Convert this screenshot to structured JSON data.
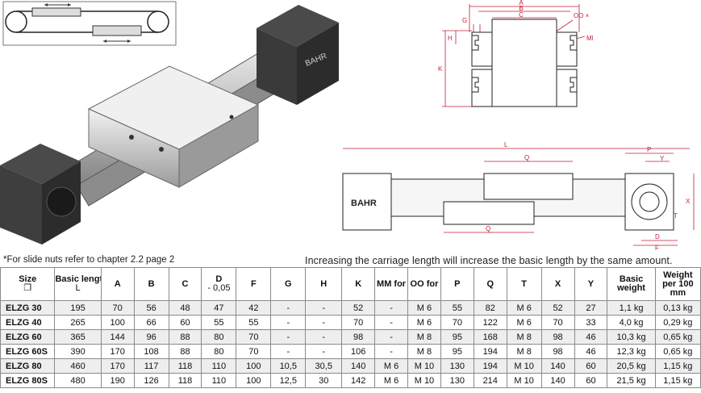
{
  "drawing_labels": {
    "section_A": "A",
    "section_B": "B",
    "section_C": "C",
    "section_G": "G",
    "section_H": "H",
    "section_K": "K",
    "section_OO": "OO ×",
    "section_MM": "MM ×",
    "side_L": "L",
    "side_Q_top": "Q",
    "side_Q_bottom": "Q",
    "side_P": "P",
    "side_Y": "Y",
    "side_X": "X",
    "side_T": "T",
    "side_D": "D",
    "side_F": "F",
    "logo": "BAHR"
  },
  "footnote": "*For slide nuts refer to chapter 2.2 page 2",
  "note": "Increasing the carriage length will increase the basic length by the same amount.",
  "table": {
    "headers": [
      {
        "main": "Size",
        "sub": "❐"
      },
      {
        "main": "Basic length",
        "sub": "L"
      },
      {
        "main": "A",
        "sub": ""
      },
      {
        "main": "B",
        "sub": ""
      },
      {
        "main": "C",
        "sub": ""
      },
      {
        "main": "D",
        "sub": "- 0,05"
      },
      {
        "main": "F",
        "sub": ""
      },
      {
        "main": "G",
        "sub": ""
      },
      {
        "main": "H",
        "sub": ""
      },
      {
        "main": "K",
        "sub": ""
      },
      {
        "main": "MM for",
        "sub": ""
      },
      {
        "main": "OO for",
        "sub": ""
      },
      {
        "main": "P",
        "sub": ""
      },
      {
        "main": "Q",
        "sub": ""
      },
      {
        "main": "T",
        "sub": ""
      },
      {
        "main": "X",
        "sub": ""
      },
      {
        "main": "Y",
        "sub": ""
      },
      {
        "main": "Basic weight",
        "sub": ""
      },
      {
        "main": "Weight per 100 mm",
        "sub": ""
      }
    ],
    "rows": [
      [
        "ELZG 30",
        "195",
        "70",
        "56",
        "48",
        "47",
        "42",
        "-",
        "-",
        "52",
        "-",
        "M 6",
        "55",
        "82",
        "M 6",
        "52",
        "27",
        "1,1 kg",
        "0,13 kg"
      ],
      [
        "ELZG 40",
        "265",
        "100",
        "66",
        "60",
        "55",
        "55",
        "-",
        "-",
        "70",
        "-",
        "M 6",
        "70",
        "122",
        "M 6",
        "70",
        "33",
        "4,0 kg",
        "0,29 kg"
      ],
      [
        "ELZG 60",
        "365",
        "144",
        "96",
        "88",
        "80",
        "70",
        "-",
        "-",
        "98",
        "-",
        "M 8",
        "95",
        "168",
        "M 8",
        "98",
        "46",
        "10,3 kg",
        "0,65 kg"
      ],
      [
        "ELZG 60S",
        "390",
        "170",
        "108",
        "88",
        "80",
        "70",
        "-",
        "-",
        "106",
        "-",
        "M 8",
        "95",
        "194",
        "M 8",
        "98",
        "46",
        "12,3 kg",
        "0,65 kg"
      ],
      [
        "ELZG 80",
        "460",
        "170",
        "117",
        "118",
        "110",
        "100",
        "10,5",
        "30,5",
        "140",
        "M 6",
        "M 10",
        "130",
        "194",
        "M 10",
        "140",
        "60",
        "20,5 kg",
        "1,15 kg"
      ],
      [
        "ELZG 80S",
        "480",
        "190",
        "126",
        "118",
        "110",
        "100",
        "12,5",
        "30",
        "142",
        "M 6",
        "M 10",
        "130",
        "214",
        "M 10",
        "140",
        "60",
        "21,5 kg",
        "1,15 kg"
      ]
    ]
  }
}
